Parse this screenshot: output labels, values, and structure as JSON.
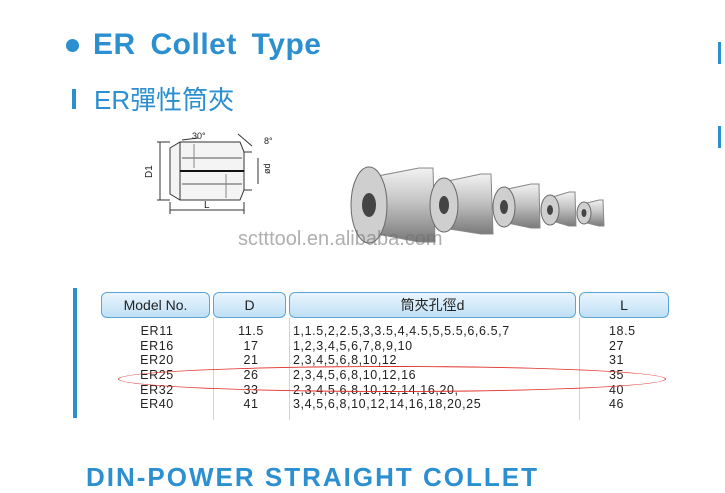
{
  "title": "ER  Collet Type",
  "subtitle": "ER彈性筒夾",
  "drawing": {
    "angle_left": "30°",
    "angle_right": "8°",
    "dim_d1": "D1",
    "dim_d": "ød",
    "dim_l": "L"
  },
  "watermark": "sctttool.en.alibaba.com",
  "table": {
    "headers": [
      "Model No.",
      "D",
      "筒夾孔徑d",
      "L"
    ],
    "rows": [
      {
        "model": "ER11",
        "d": "11.5",
        "bore": "1,1.5,2,2.5,3,3.5,4,4.5,5,5.5,6,6.5,7",
        "l": "18.5"
      },
      {
        "model": "ER16",
        "d": "17",
        "bore": "1,2,3,4,5,6,7,8,9,10",
        "l": "27"
      },
      {
        "model": "ER20",
        "d": "21",
        "bore": "2,3,4,5,6,8,10,12",
        "l": "31"
      },
      {
        "model": "ER25",
        "d": "26",
        "bore": "2,3,4,5,6,8,10,12,16",
        "l": "35"
      },
      {
        "model": "ER32",
        "d": "33",
        "bore": "2,3,4,5,6,8,10,12,14,16,20,",
        "l": "40"
      },
      {
        "model": "ER40",
        "d": "41",
        "bore": "3,4,5,6,8,10,12,14,16,18,20,25",
        "l": "46"
      }
    ],
    "highlighted_row": "ER25"
  },
  "next_heading": "DIN-POWER STRAIGHT COLLET",
  "colors": {
    "accent": "#2c8fd0",
    "highlight": "#e0302a"
  }
}
